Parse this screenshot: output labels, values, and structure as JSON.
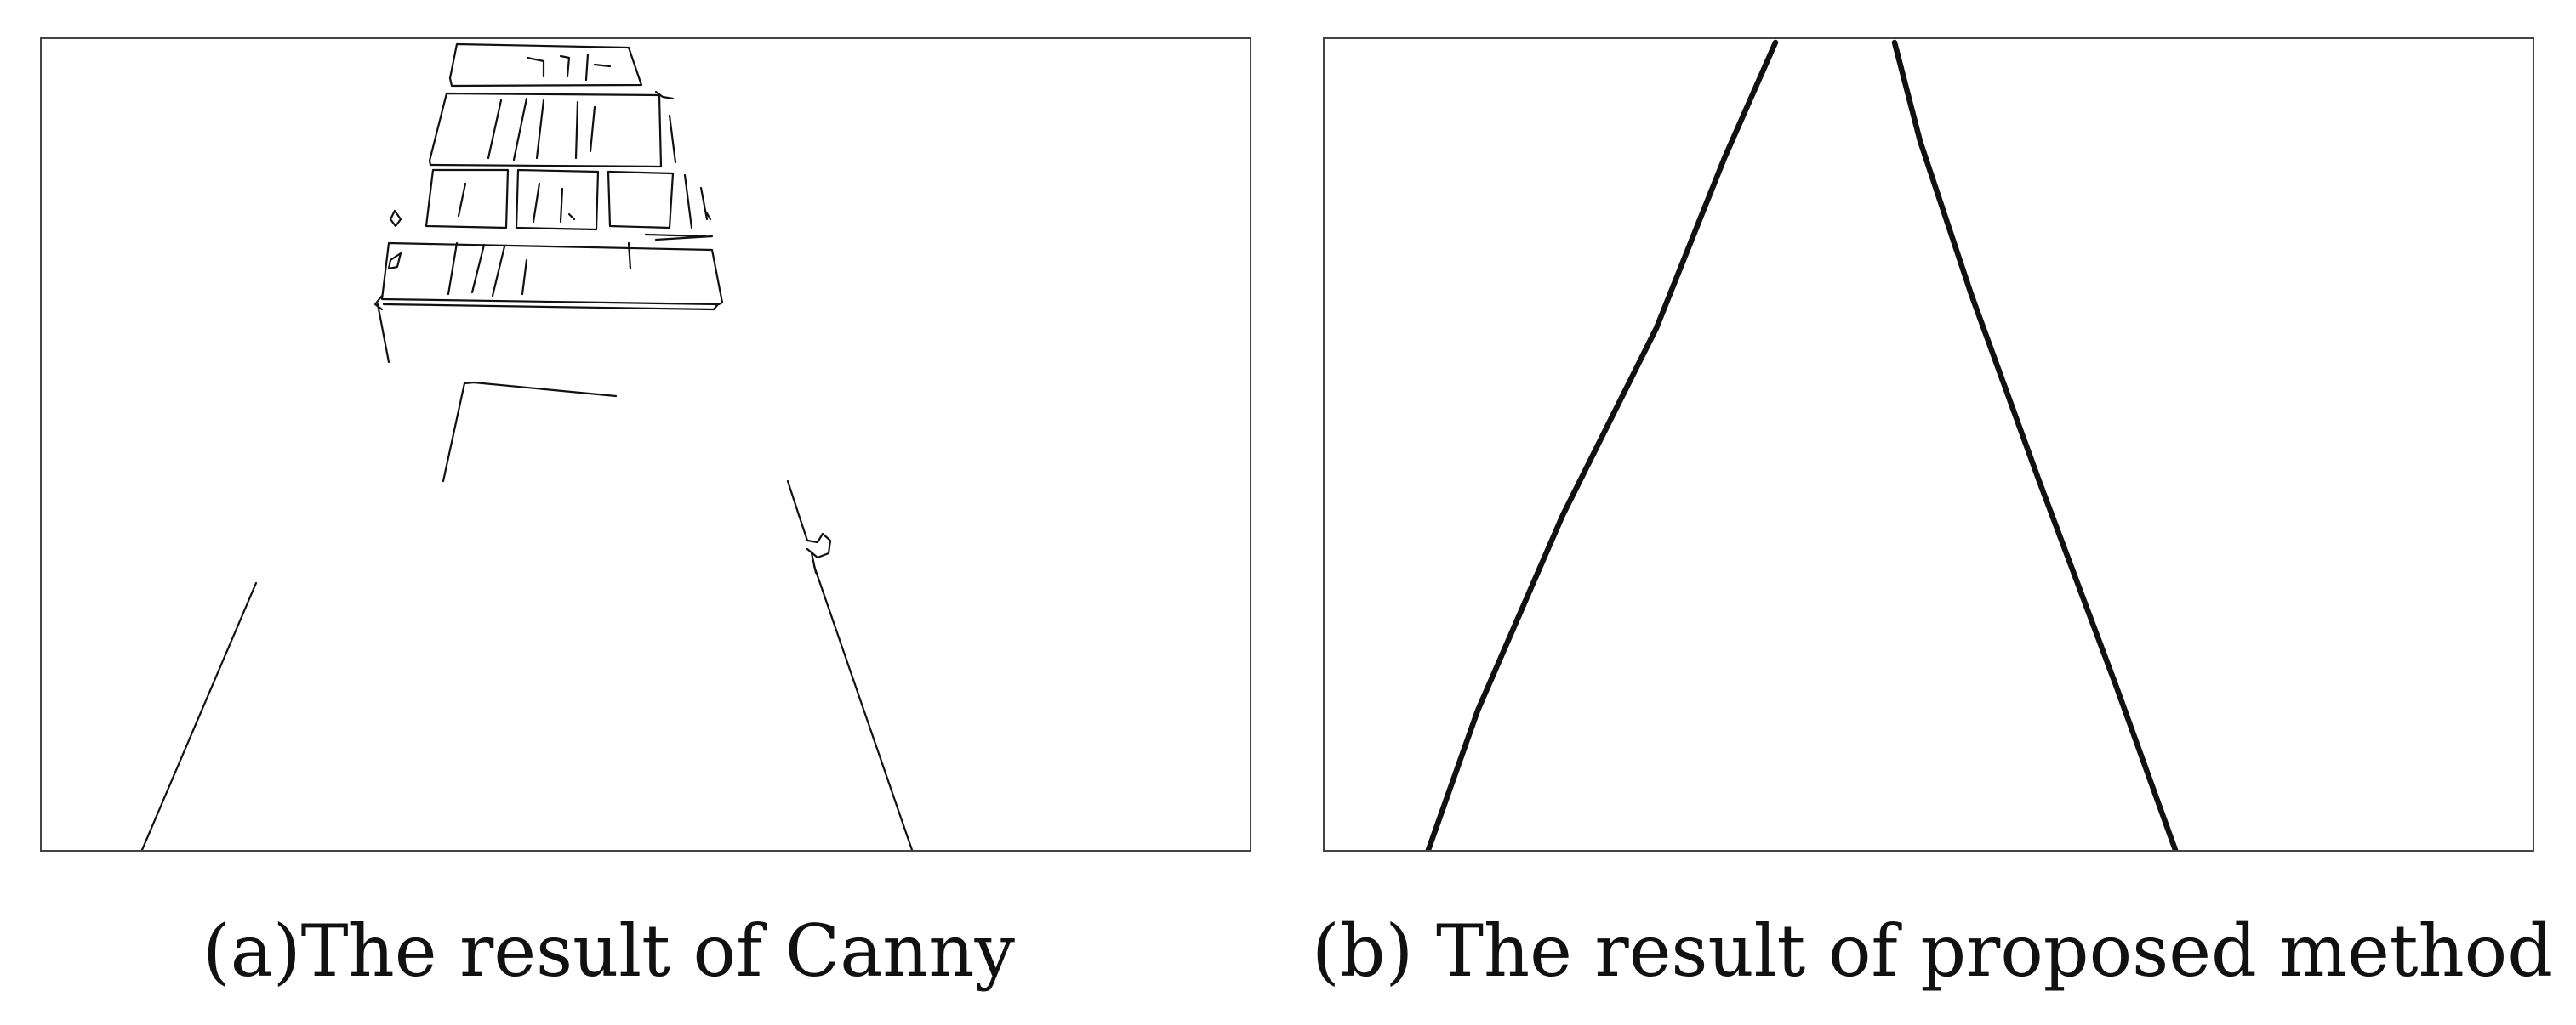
{
  "figure": {
    "panels": [
      {
        "id": "a",
        "caption": "(a)The result of Canny"
      },
      {
        "id": "b",
        "caption": "(b) The result of proposed method"
      }
    ]
  }
}
